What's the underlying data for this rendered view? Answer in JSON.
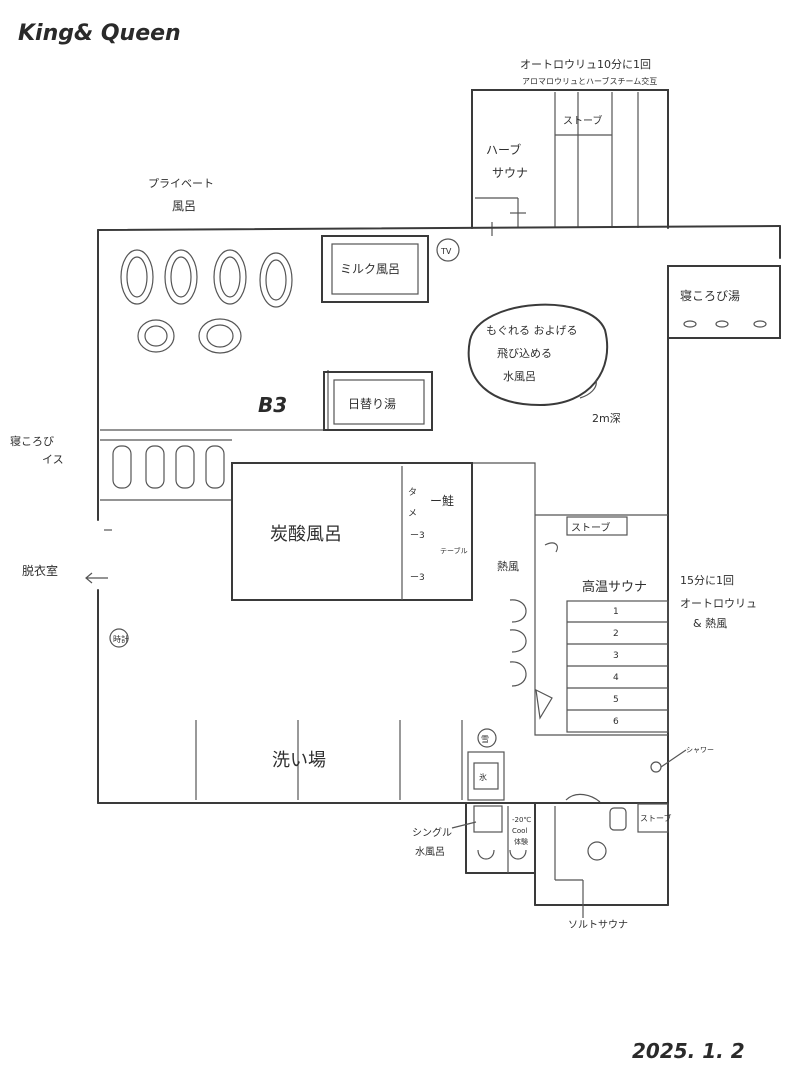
{
  "title": "King& Queen",
  "date": "2025. 1. 2",
  "notes": {
    "top_auto_loyly_line1": "オートロウリュ10分に1回",
    "top_auto_loyly_line2": "アロマロウリュとハーブスチーム交互",
    "mid_auto_loyly_line1": "15分に1回",
    "mid_auto_loyly_line2": "オートロウリュ",
    "mid_auto_loyly_line3": "& 熱風",
    "depth": "2m深"
  },
  "rooms": {
    "herb_sauna_line1": "ハーブ",
    "herb_sauna_line2": "サウナ",
    "stove": "ストーブ",
    "private_bath_line1": "プライベート",
    "private_bath_line2": "風呂",
    "milk_bath": "ミルク風呂",
    "sleeping_bath": "寝ころび湯",
    "deep_cold_line1": "もぐれる およげる",
    "deep_cold_line2": "飛び込める",
    "deep_cold_line3": "水風呂",
    "daily_bath": "日替り湯",
    "carbonated_bath": "炭酸風呂",
    "recline_chair_line1": "寝ころび",
    "recline_chair_line2": "イス",
    "changing_room": "脱衣室",
    "hot_air": "熱風",
    "hot_sauna": "高温サウナ",
    "shower": "シャワー",
    "wash_area": "洗い場",
    "single_cold_line1": "シングル",
    "single_cold_line2": "水風呂",
    "cool_bath_line1": "-20℃",
    "cool_bath_line2": "Cool",
    "cool_bath_line3": "体験",
    "salt_sauna": "ソルトサウナ"
  },
  "counter": {
    "left": [
      "タ",
      "メ",
      "ー",
      "ー",
      "ー"
    ],
    "head": "ー鮭",
    "bottom_line": [
      "ー3",
      "テーブル",
      "ー3"
    ]
  },
  "steps": [
    "1",
    "2",
    "3",
    "4",
    "5",
    "6"
  ],
  "marks": {
    "tv": "TV",
    "clock": "時計",
    "bb": "B3",
    "snow": "雪",
    "ice": "氷"
  }
}
